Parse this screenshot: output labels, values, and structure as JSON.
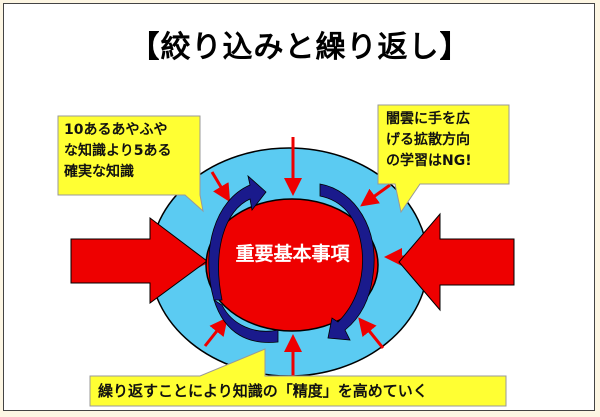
{
  "title": "【絞り込みと繰り返し】",
  "center_label": "重要基本事項",
  "callout_left": [
    "10あるあやふや",
    "な知識より5ある",
    "確実な知識"
  ],
  "callout_right": [
    "闇雲に手を広",
    "げる拡散方向",
    "の学習はNG!"
  ],
  "callout_bottom": "繰り返すことにより知識の「精度」を高めていく",
  "colors": {
    "outer": "#5bcbf2",
    "core": "#ee0000",
    "callout": "#ffff33",
    "cycle": "#1a1a8c"
  }
}
